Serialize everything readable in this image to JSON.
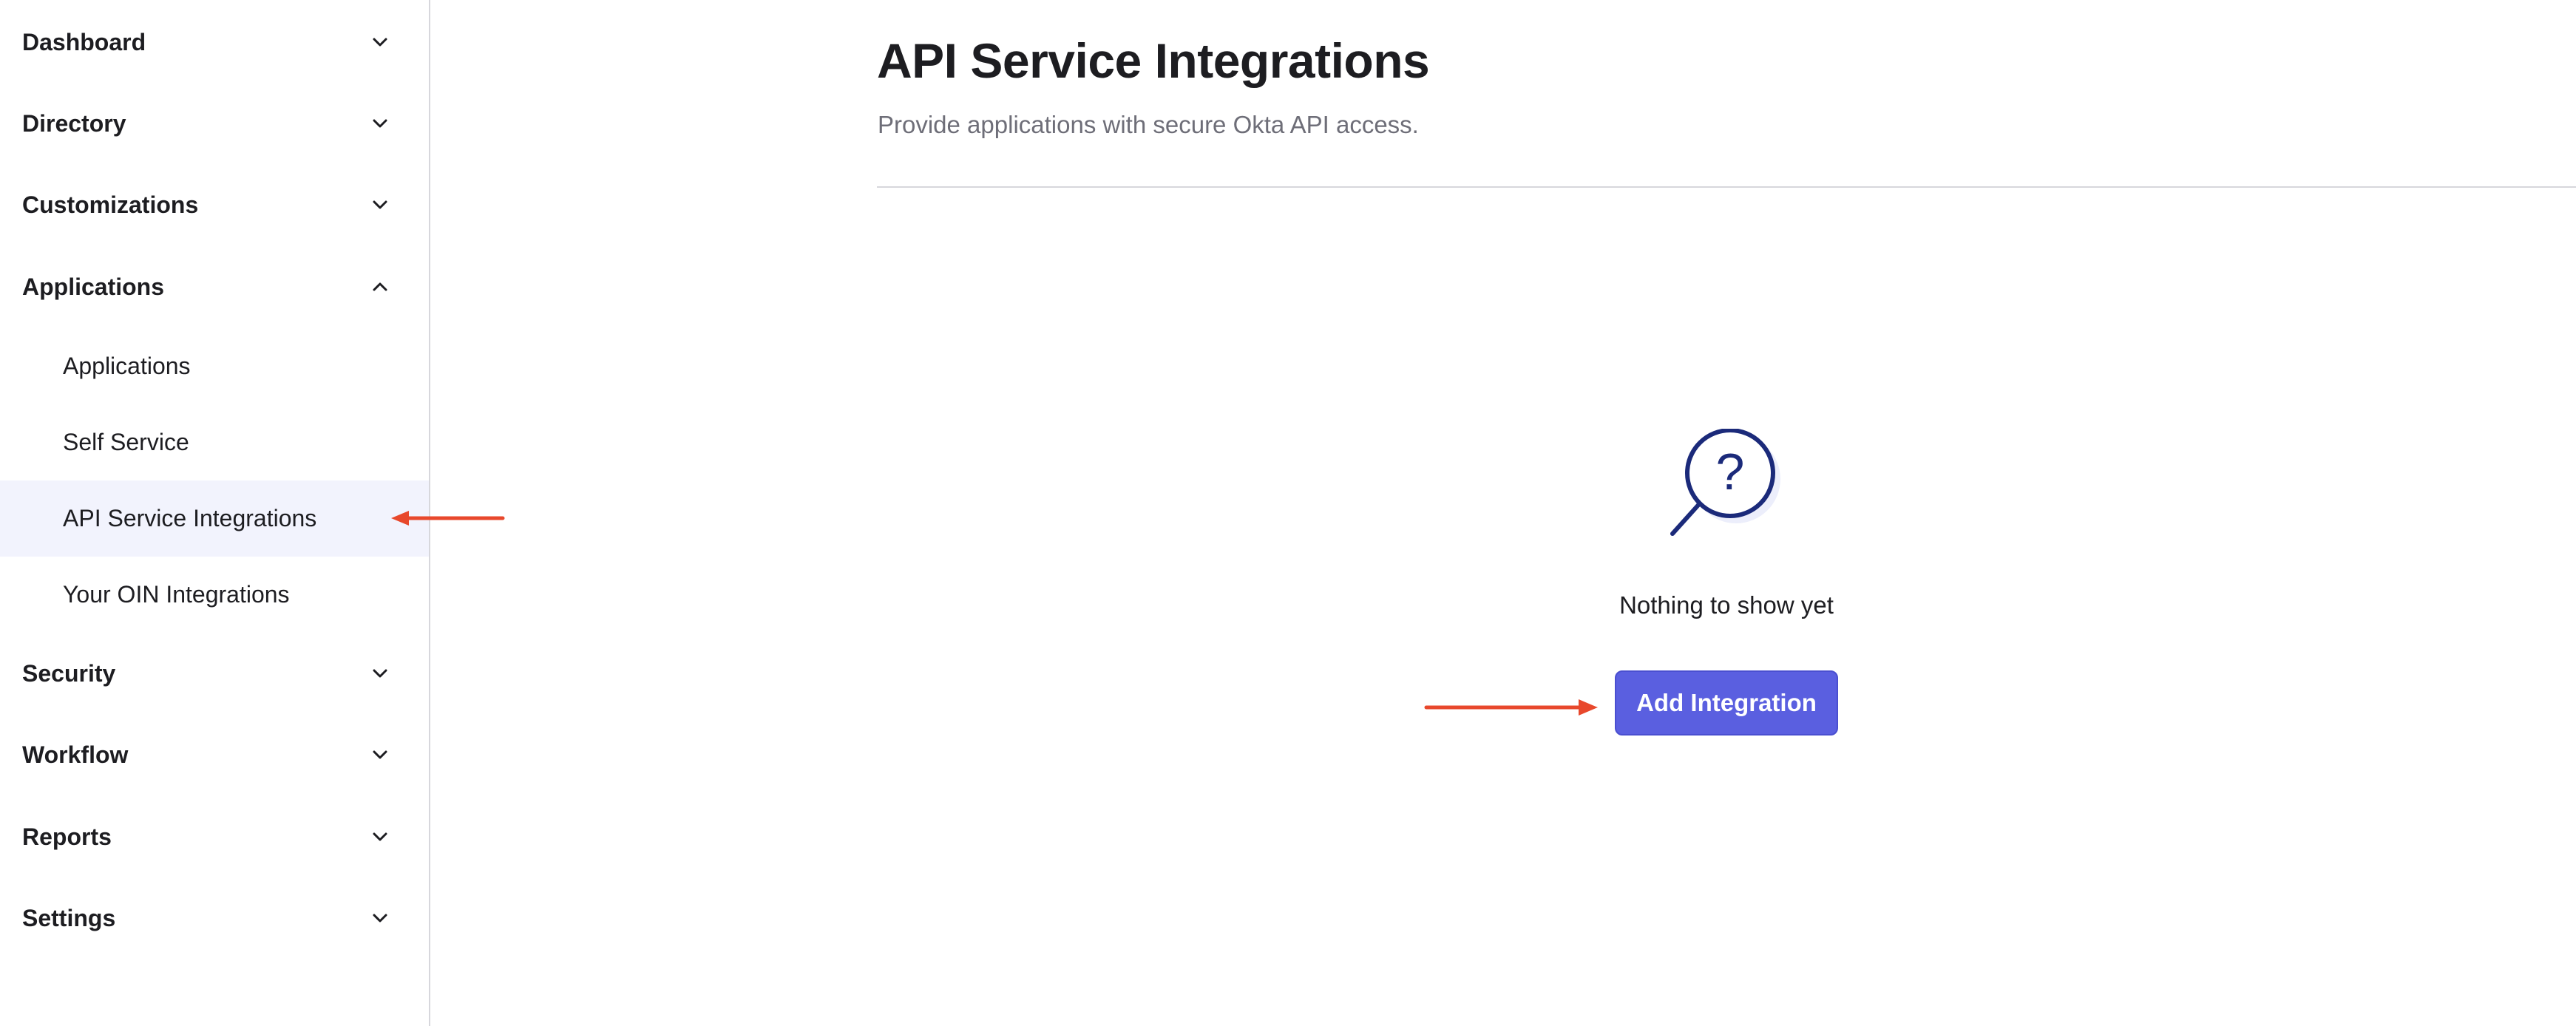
{
  "sidebar": {
    "groups": [
      {
        "label": "Dashboard",
        "expanded": false
      },
      {
        "label": "Directory",
        "expanded": false
      },
      {
        "label": "Customizations",
        "expanded": false
      },
      {
        "label": "Applications",
        "expanded": true
      },
      {
        "label": "Security",
        "expanded": false
      },
      {
        "label": "Workflow",
        "expanded": false
      },
      {
        "label": "Reports",
        "expanded": false
      },
      {
        "label": "Settings",
        "expanded": false
      }
    ],
    "applications_items": [
      {
        "label": "Applications",
        "active": false
      },
      {
        "label": "Self Service",
        "active": false
      },
      {
        "label": "API Service Integrations",
        "active": true
      },
      {
        "label": "Your OIN Integrations",
        "active": false
      }
    ]
  },
  "main": {
    "title": "API Service Integrations",
    "subtitle": "Provide applications with secure Okta API access.",
    "empty_state": {
      "icon": "magnifier-question-icon",
      "message": "Nothing to show yet",
      "button_label": "Add Integration"
    }
  },
  "colors": {
    "primary_button": "#5a5fe0",
    "active_nav_bg": "#f2f3fd",
    "annotation_arrow": "#e8482c",
    "icon_stroke": "#1b2a7a"
  }
}
